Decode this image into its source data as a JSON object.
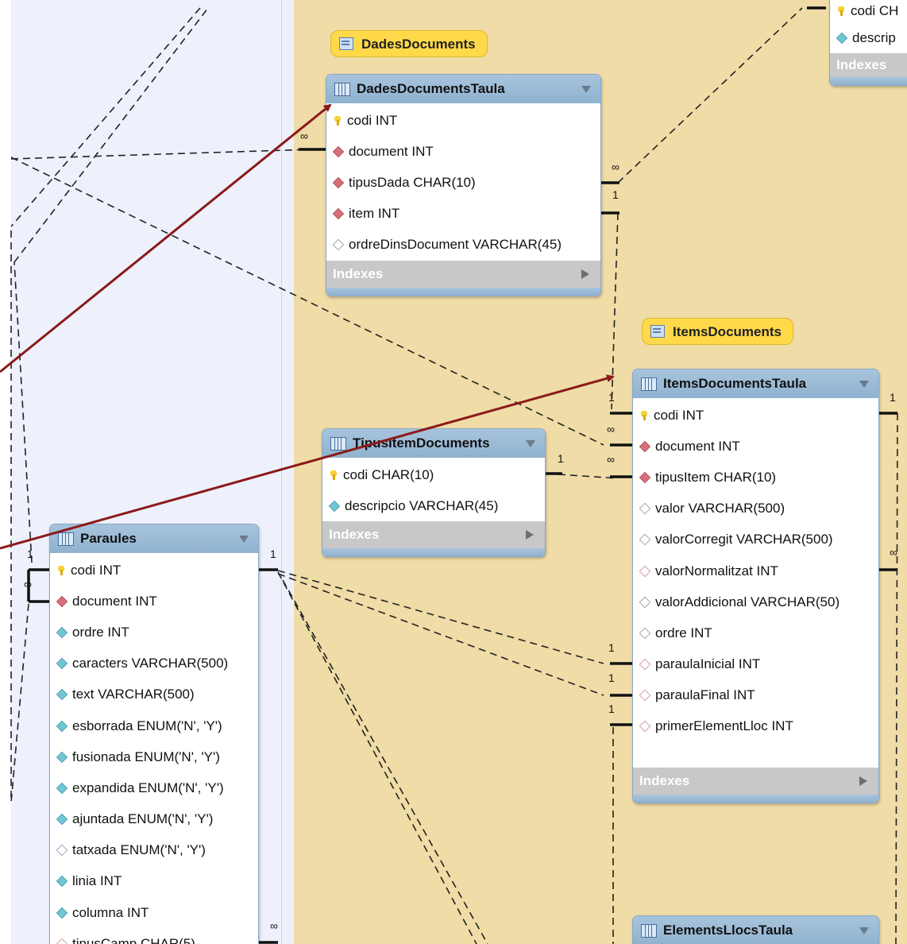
{
  "layers": {
    "dades": "DadesDocuments",
    "items": "ItemsDocuments"
  },
  "tables": {
    "dades": {
      "name": "DadesDocumentsTaula",
      "columns": [
        {
          "key": "pk",
          "text": "codi INT"
        },
        {
          "key": "fk",
          "text": "document INT"
        },
        {
          "key": "fk",
          "text": "tipusDada CHAR(10)"
        },
        {
          "key": "fk",
          "text": "item INT"
        },
        {
          "key": "nl",
          "text": "ordreDinsDocument VARCHAR(45)"
        }
      ],
      "footer": "Indexes"
    },
    "tipus": {
      "name": "TipusItemDocuments",
      "columns": [
        {
          "key": "pk",
          "text": "codi CHAR(10)"
        },
        {
          "key": "nn",
          "text": "descripcio VARCHAR(45)"
        }
      ],
      "footer": "Indexes"
    },
    "items": {
      "name": "ItemsDocumentsTaula",
      "columns": [
        {
          "key": "pk",
          "text": "codi INT"
        },
        {
          "key": "fk",
          "text": "document INT"
        },
        {
          "key": "fk",
          "text": "tipusItem CHAR(10)"
        },
        {
          "key": "nl",
          "text": "valor VARCHAR(500)"
        },
        {
          "key": "nl",
          "text": "valorCorregit VARCHAR(500)"
        },
        {
          "key": "nlr",
          "text": "valorNormalitzat INT"
        },
        {
          "key": "nl",
          "text": "valorAddicional VARCHAR(50)"
        },
        {
          "key": "nl",
          "text": "ordre INT"
        },
        {
          "key": "nlr",
          "text": "paraulaInicial INT"
        },
        {
          "key": "nlr",
          "text": "paraulaFinal INT"
        },
        {
          "key": "nlr",
          "text": "primerElementLloc INT"
        }
      ],
      "footer": "Indexes"
    },
    "paraules": {
      "name": "Paraules",
      "columns": [
        {
          "key": "pk",
          "text": "codi INT"
        },
        {
          "key": "fk",
          "text": "document INT"
        },
        {
          "key": "nn",
          "text": "ordre INT"
        },
        {
          "key": "nn",
          "text": "caracters VARCHAR(500)"
        },
        {
          "key": "nn",
          "text": "text VARCHAR(500)"
        },
        {
          "key": "nn",
          "text": "esborrada ENUM('N', 'Y')"
        },
        {
          "key": "nn",
          "text": "fusionada ENUM('N', 'Y')"
        },
        {
          "key": "nn",
          "text": "expandida ENUM('N', 'Y')"
        },
        {
          "key": "nn",
          "text": "ajuntada ENUM('N', 'Y')"
        },
        {
          "key": "nl",
          "text": "tatxada ENUM('N', 'Y')"
        },
        {
          "key": "nn",
          "text": "linia INT"
        },
        {
          "key": "nn",
          "text": "columna INT"
        },
        {
          "key": "nlr",
          "text": "tipusCamp CHAR(5)"
        }
      ]
    },
    "elements": {
      "name": "ElementsLlocsTaula"
    },
    "topright": {
      "columns": [
        {
          "key": "pk",
          "text": "codi CH"
        },
        {
          "key": "nn",
          "text": "descrip"
        }
      ],
      "footer": "Indexes"
    }
  },
  "cardinality": {
    "one": "1",
    "many": "∞"
  },
  "colors": {
    "left_background": "#eef0fb",
    "right_background": "#efdca6",
    "header": "#a8c4dc",
    "layer": "#ffd94a",
    "annotation_arrow": "#8b1a1a"
  }
}
